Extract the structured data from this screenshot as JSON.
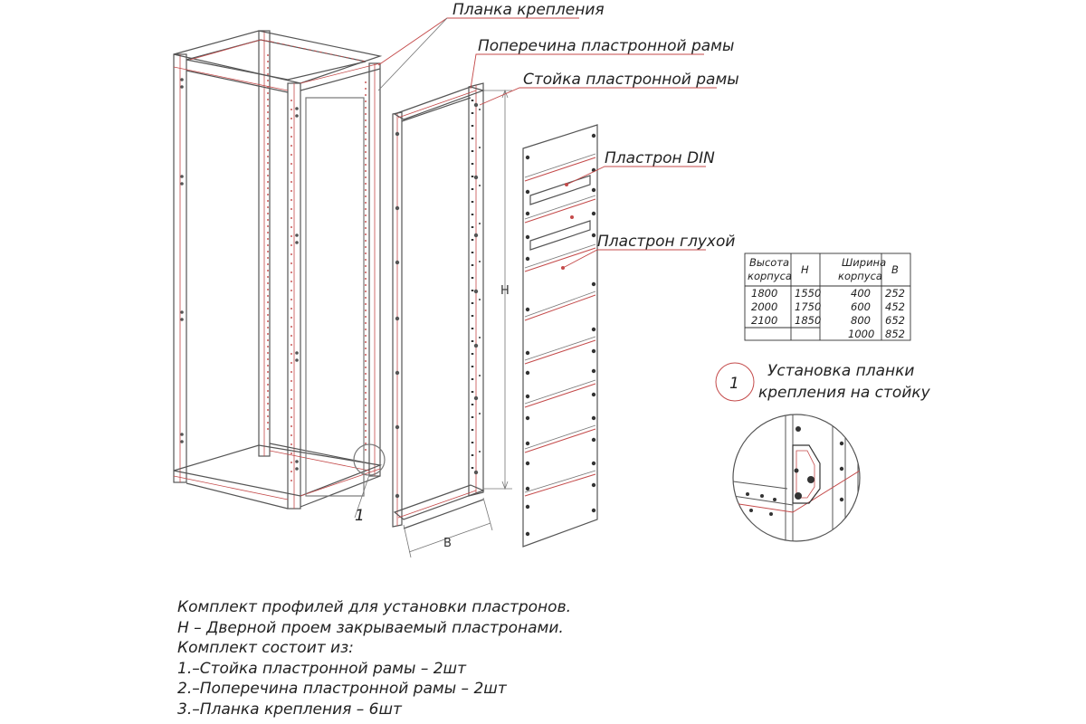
{
  "callouts": {
    "mounting_plate": "Планка крепления",
    "crossbar": "Поперечина пластронной рамы",
    "post": "Стойка пластронной рамы",
    "din_panel": "Пластрон DIN",
    "blank_panel": "Пластрон глухой"
  },
  "dimensions": {
    "height": "H",
    "width": "B"
  },
  "detail": {
    "marker": "1",
    "title_line1": "Установка планки",
    "title_line2": "крепления на стойку"
  },
  "marker_on_frame": "1",
  "table_height": {
    "header_line1": "Высота",
    "header_line2": "корпуса",
    "header_h": "H",
    "rows": [
      {
        "body": "1800",
        "h": "1550"
      },
      {
        "body": "2000",
        "h": "1750"
      },
      {
        "body": "2100",
        "h": "1850"
      }
    ]
  },
  "table_width": {
    "header_line1": "Ширина",
    "header_line2": "корпуса",
    "header_b": "B",
    "rows": [
      {
        "body": "400",
        "b": "252"
      },
      {
        "body": "600",
        "b": "452"
      },
      {
        "body": "800",
        "b": "652"
      },
      {
        "body": "1000",
        "b": "852"
      }
    ]
  },
  "notes": [
    "Комплект профилей для установки пластронов.",
    "H – Дверной проем закрываемый пластронами.",
    "Комплект состоит из:",
    "1.–Стойка пластронной рамы – 2шт",
    "2.–Поперечина пластронной рамы – 2шт",
    "3.–Планка крепления – 6шт"
  ],
  "colors": {
    "line": "#555555",
    "accent": "#c44a4a",
    "ink": "#222222"
  }
}
